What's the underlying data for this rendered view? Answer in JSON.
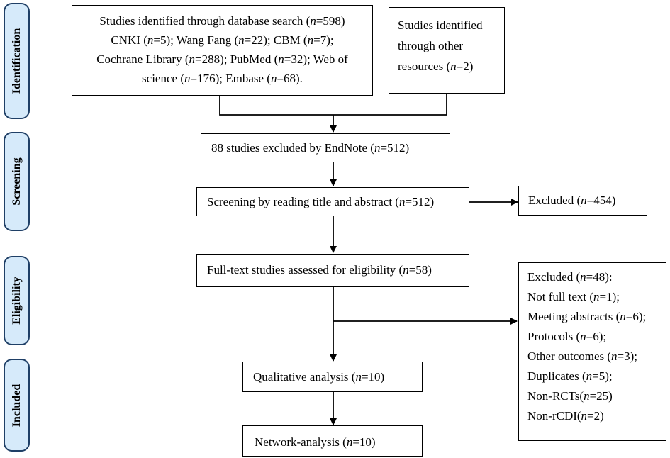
{
  "phases": {
    "identification": "Identification",
    "screening": "Screening",
    "eligibility": "Eligibility",
    "included": "Included"
  },
  "boxes": {
    "database_search": {
      "lines": [
        {
          "pre": "Studies identified through database search (",
          "n": "n",
          "post": "=598)"
        },
        {
          "pre": "CNKI (",
          "n": "n",
          "post": "=5); Wang Fang (",
          "n2": "n",
          "post2": "=22); CBM (",
          "n3": "n",
          "post3": "=7);"
        },
        {
          "pre": "Cochrane Library (",
          "n": "n",
          "post": "=288); PubMed (",
          "n2": "n",
          "post2": "=32); Web of"
        },
        {
          "pre": "science (",
          "n": "n",
          "post": "=176); Embase (",
          "n2": "n",
          "post2": "=68)."
        }
      ]
    },
    "other_resources": {
      "lines": [
        {
          "pre": "Studies identified"
        },
        {
          "pre": "through other"
        },
        {
          "pre": "resources (",
          "n": "n",
          "post": "=2)"
        }
      ]
    },
    "endnote": {
      "pre": "88 studies excluded by EndNote (",
      "n": "n",
      "post": "=512)"
    },
    "title_abstract": {
      "pre": "Screening by reading title and abstract (",
      "n": "n",
      "post": "=512)"
    },
    "excluded_454": {
      "pre": "Excluded (",
      "n": "n",
      "post": "=454)"
    },
    "fulltext": {
      "pre": "Full-text studies assessed for eligibility (",
      "n": "n",
      "post": "=58)"
    },
    "excluded_48": {
      "lines": [
        {
          "pre": "Excluded (",
          "n": "n",
          "post": "=48):"
        },
        {
          "pre": "Not full text (",
          "n": "n",
          "post": "=1);"
        },
        {
          "pre": "Meeting abstracts (",
          "n": "n",
          "post": "=6);"
        },
        {
          "pre": "Protocols (",
          "n": "n",
          "post": "=6);"
        },
        {
          "pre": "Other outcomes (",
          "n": "n",
          "post": "=3);"
        },
        {
          "pre": "Duplicates (",
          "n": "n",
          "post": "=5);"
        },
        {
          "pre": "Non-RCTs(",
          "n": "n",
          "post": "=25)"
        },
        {
          "pre": "Non-rCDI(",
          "n": "n",
          "post": "=2)"
        }
      ]
    },
    "qualitative": {
      "pre": "Qualitative analysis  (",
      "n": "n",
      "post": "=10)"
    },
    "network": {
      "pre": "Network-analysis (",
      "n": "n",
      "post": "=10)"
    }
  },
  "colors": {
    "phase_fill": "#d6eafa",
    "phase_border": "#1f3f66",
    "line": "#000000"
  }
}
